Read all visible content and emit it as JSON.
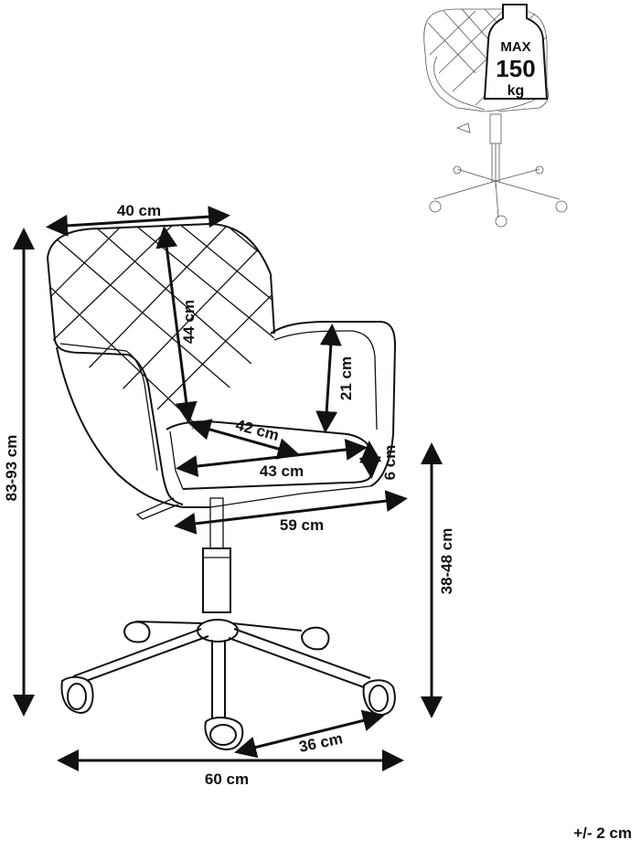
{
  "dimensions": {
    "seat_back_width": "40 cm",
    "backrest_height": "44 cm",
    "armrest_height": "21 cm",
    "seat_depth": "42 cm",
    "seat_width": "43 cm",
    "seat_thickness": "6 cm",
    "total_width": "59 cm",
    "total_height": "83-93 cm",
    "seat_height": "38-48 cm",
    "wheel_distance": "36 cm",
    "base_width": "60 cm"
  },
  "load_badge": {
    "label_top": "MAX",
    "value": "150",
    "unit": "kg"
  },
  "tolerance": "+/- 2 cm",
  "colors": {
    "line": "#111111",
    "background": "#ffffff"
  },
  "icons": [
    "arrow-icon",
    "weight-icon",
    "chair-icon"
  ]
}
